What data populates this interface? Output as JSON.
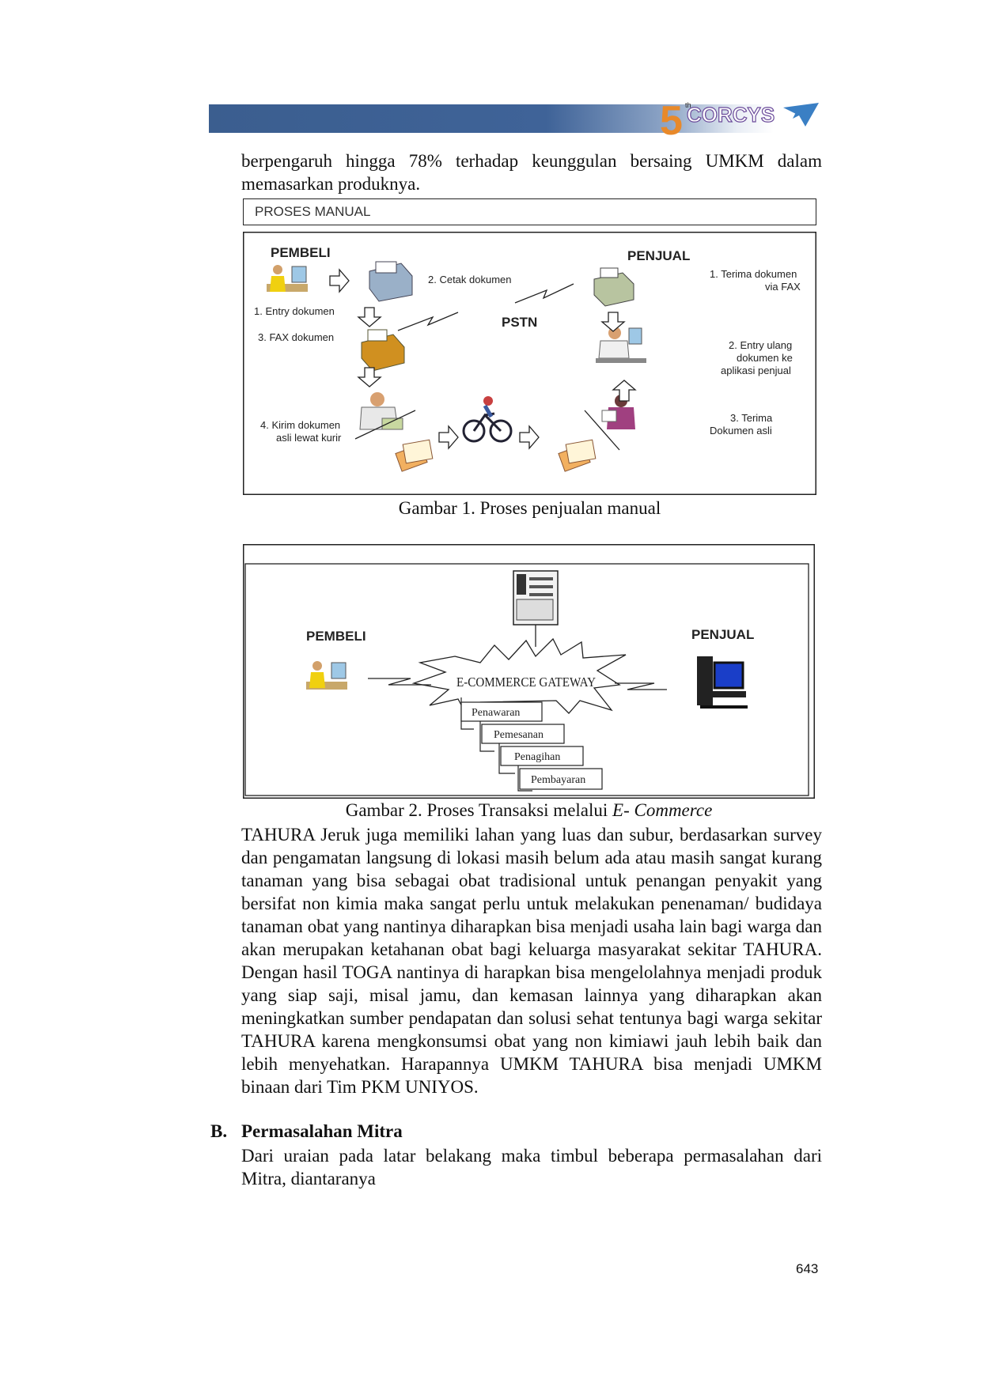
{
  "header": {
    "logo_text": "CORCYS",
    "logo_number": "5",
    "logo_sup": "th",
    "colors": {
      "banner": "#3b5e8f",
      "logo_orange": "#e8892a",
      "logo_purple": "#6a4a9a",
      "logo_blue": "#3a7fc4"
    }
  },
  "intro_text": "berpengaruh hingga 78% terhadap keunggulan bersaing UMKM dalam memasarkan produknya.",
  "figure1": {
    "header": "PROSES MANUAL",
    "pembeli": "PEMBELI",
    "penjual": "PENJUAL",
    "pstn": "PSTN",
    "step_entry": "1. Entry dokumen",
    "step_cetak": "2. Cetak dokumen",
    "step_fax": "3. FAX dokumen",
    "step_kirim_1": "4. Kirim dokumen",
    "step_kirim_2": "asli lewat kurir",
    "s_terima_fax_1": "1. Terima dokumen",
    "s_terima_fax_2": "via FAX",
    "s_entry_ulang_1": "2. Entry ulang",
    "s_entry_ulang_2": "dokumen ke",
    "s_entry_ulang_3": "aplikasi penjual",
    "s_terima_asli_1": "3. Terima",
    "s_terima_asli_2": "Dokumen asli",
    "caption": "Gambar 1. Proses penjualan manual"
  },
  "figure2": {
    "pembeli": "PEMBELI",
    "penjual": "PENJUAL",
    "gateway": "E-COMMERCE GATEWAY",
    "docs": [
      "Penawaran",
      "Pemesanan",
      "Penagihan",
      "Pembayaran"
    ],
    "caption_main": "Gambar 2. Proses Transaksi melalui ",
    "caption_em": "E- Commerce"
  },
  "body_text": "TAHURA Jeruk juga memiliki lahan yang luas dan subur, berdasarkan survey dan pengamatan langsung di lokasi masih belum ada atau masih sangat kurang  tanaman yang bisa sebagai obat tradisional untuk penangan penyakit yang bersifat non kimia maka sangat perlu untuk melakukan penenaman/ budidaya  tanaman obat yang nantinya diharapkan bisa menjadi usaha lain bagi warga dan akan merupakan ketahanan obat bagi keluarga  masyarakat sekitar TAHURA. Dengan hasil TOGA nantinya di harapkan bisa mengelolahnya menjadi produk yang siap saji, misal jamu, dan kemasan lainnya yang diharapkan akan meningkatkan sumber pendapatan dan solusi sehat tentunya bagi warga sekitar TAHURA karena mengkonsumsi obat yang non kimiawi jauh lebih baik dan lebih menyehatkan. Harapannya UMKM TAHURA bisa menjadi UMKM binaan dari Tim PKM UNIYOS.",
  "section": {
    "number": "B.",
    "title": "Permasalahan Mitra"
  },
  "section_text": "Dari uraian pada latar belakang maka timbul beberapa permasalahan dari Mitra, diantaranya",
  "page_number": "643"
}
